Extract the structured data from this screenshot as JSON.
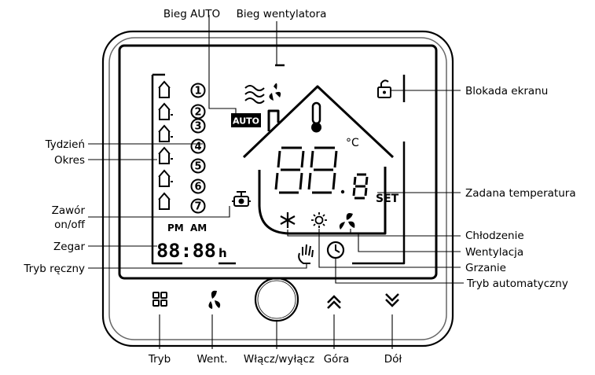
{
  "labels": {
    "auto_speed": "Bieg AUTO",
    "fan_speed": "Bieg wentylatora",
    "screen_lock": "Blokada ekranu",
    "week": "Tydzień",
    "period": "Okres",
    "valve_line1": "Zawór",
    "valve_line2": "on/off",
    "clock": "Zegar",
    "manual_mode": "Tryb ręczny",
    "set_temperature": "Zadana temperatura",
    "cooling": "Chłodzenie",
    "ventilation": "Wentylacja",
    "heating": "Grzanie",
    "auto_mode": "Tryb automatyczny"
  },
  "display": {
    "auto_badge": "AUTO",
    "celsius": "°C",
    "set": "SET",
    "pm": "PM",
    "am": "AM",
    "hours": "h",
    "clock_digits": "88:88",
    "day_numbers": [
      "1",
      "2",
      "3",
      "4",
      "5",
      "6",
      "7"
    ]
  },
  "buttons": {
    "mode": "Tryb",
    "fan": "Went.",
    "power": "Włącz/wyłącz",
    "up": "Góra",
    "down": "Dół"
  }
}
